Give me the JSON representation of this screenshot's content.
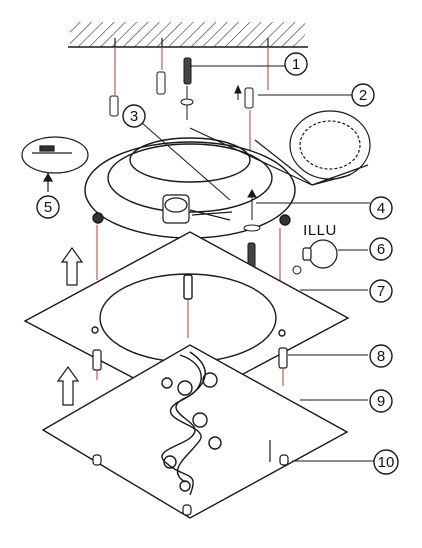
{
  "diagram": {
    "label_illu": "ILLU",
    "callouts": [
      {
        "id": "callout-1",
        "text": "1"
      },
      {
        "id": "callout-2",
        "text": "2"
      },
      {
        "id": "callout-3",
        "text": "3"
      },
      {
        "id": "callout-4",
        "text": "4"
      },
      {
        "id": "callout-5",
        "text": "5"
      },
      {
        "id": "callout-6",
        "text": "6"
      },
      {
        "id": "callout-7",
        "text": "7"
      },
      {
        "id": "callout-8",
        "text": "8"
      },
      {
        "id": "callout-9",
        "text": "9"
      },
      {
        "id": "callout-10",
        "text": "10"
      }
    ],
    "colors": {
      "line": "#1a1a1a",
      "wire_red": "#c0392b",
      "hatch": "#333333"
    }
  }
}
